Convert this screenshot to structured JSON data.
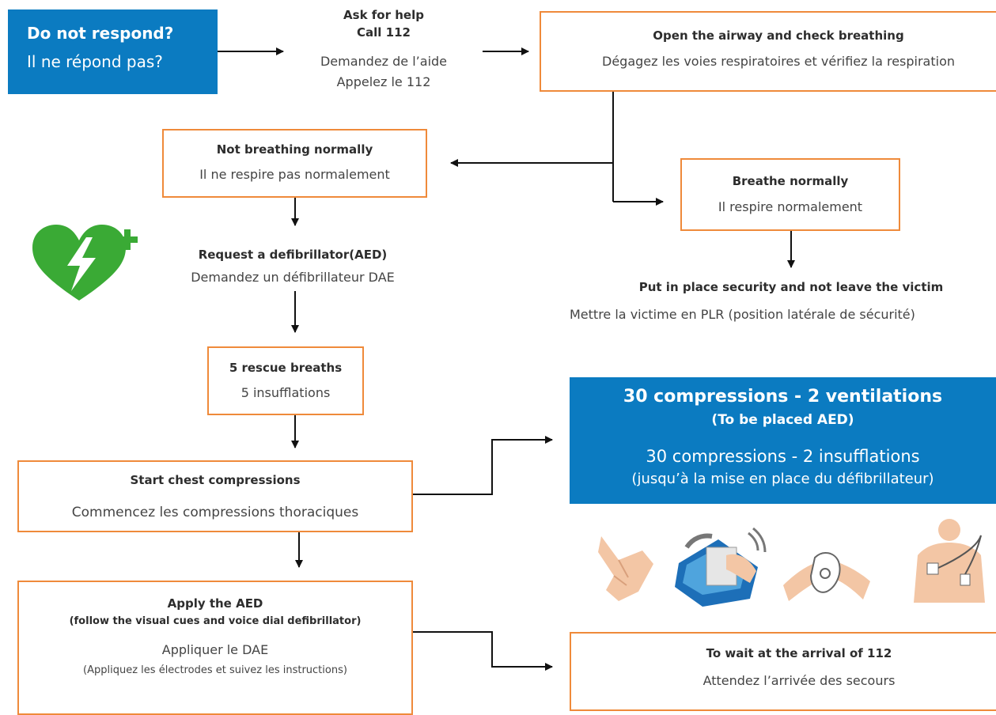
{
  "start": {
    "title": "Do not respond?",
    "subtitle": "Il ne répond pas?"
  },
  "help": {
    "line1": "Ask for help",
    "line2": "Call 112",
    "fr1": "Demandez de l’aide",
    "fr2": "Appelez le 112"
  },
  "airway": {
    "title": "Open the airway and check breathing",
    "fr": "Dégagez les voies respiratoires et vérifiez la respiration"
  },
  "not_breathing": {
    "title": "Not breathing normally",
    "fr": "Il ne respire pas normalement"
  },
  "breathe": {
    "title": "Breathe normally",
    "fr": "Il respire normalement"
  },
  "security": {
    "title": "Put in place security and not leave the victim",
    "fr": "Mettre la victime en PLR (position latérale de sécurité)"
  },
  "request_aed": {
    "title": "Request a defibrillator(AED)",
    "fr": "Demandez un défibrillateur DAE"
  },
  "rescue": {
    "title": "5 rescue breaths",
    "fr": "5 insufflations"
  },
  "compressions_box": {
    "title1": "30 compressions - 2 ventilations",
    "title2": "(To be placed AED)",
    "fr1": "30 compressions - 2 insufflations",
    "fr2": "(jusqu’à la mise en place du défibrillateur)"
  },
  "chest": {
    "title": "Start chest compressions",
    "fr": "Commencez les compressions thoraciques"
  },
  "apply": {
    "title1": "Apply the AED",
    "title2": "(follow the visual cues and voice dial defibrillator)",
    "fr1": "Appliquer le DAE",
    "fr2": "(Appliquez les électrodes et suivez les instructions)"
  },
  "wait": {
    "title": "To wait at the arrival of 112",
    "fr": "Attendez l’arrivée des secours"
  },
  "icons": [
    "aed-heart-icon",
    "hands-compression-icon",
    "aed-device-icon",
    "electrode-pads-icon",
    "torso-electrode-icon"
  ],
  "colors": {
    "accent_border": "#ef8a3a",
    "blue_fill": "#0b7bc1",
    "aed_green": "#3aaa35"
  }
}
